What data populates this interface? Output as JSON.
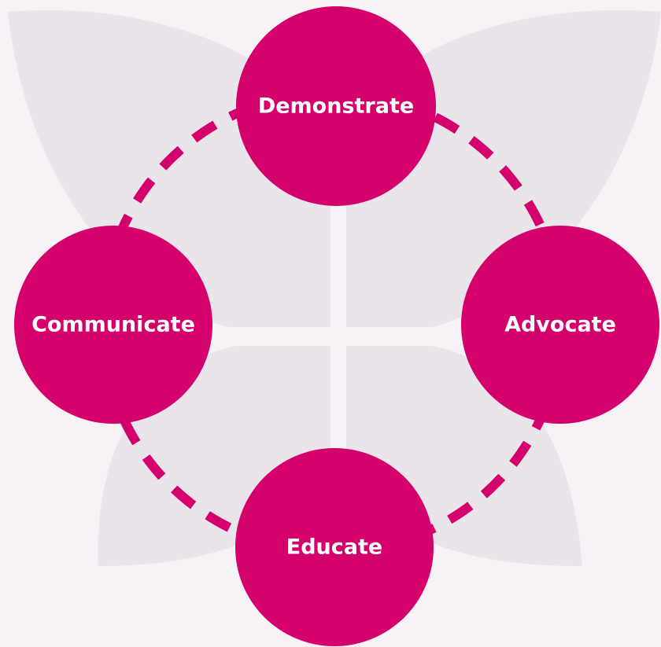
{
  "diagram": {
    "nodes": {
      "top": "Demonstrate",
      "right": "Advocate",
      "bottom": "Educate",
      "left": "Communicate"
    }
  },
  "colors": {
    "background": "#f7f2f6",
    "petal": "#eae5ea",
    "node_fill": "#d4006b",
    "connector": "#d4006b",
    "label": "#ffffff"
  }
}
